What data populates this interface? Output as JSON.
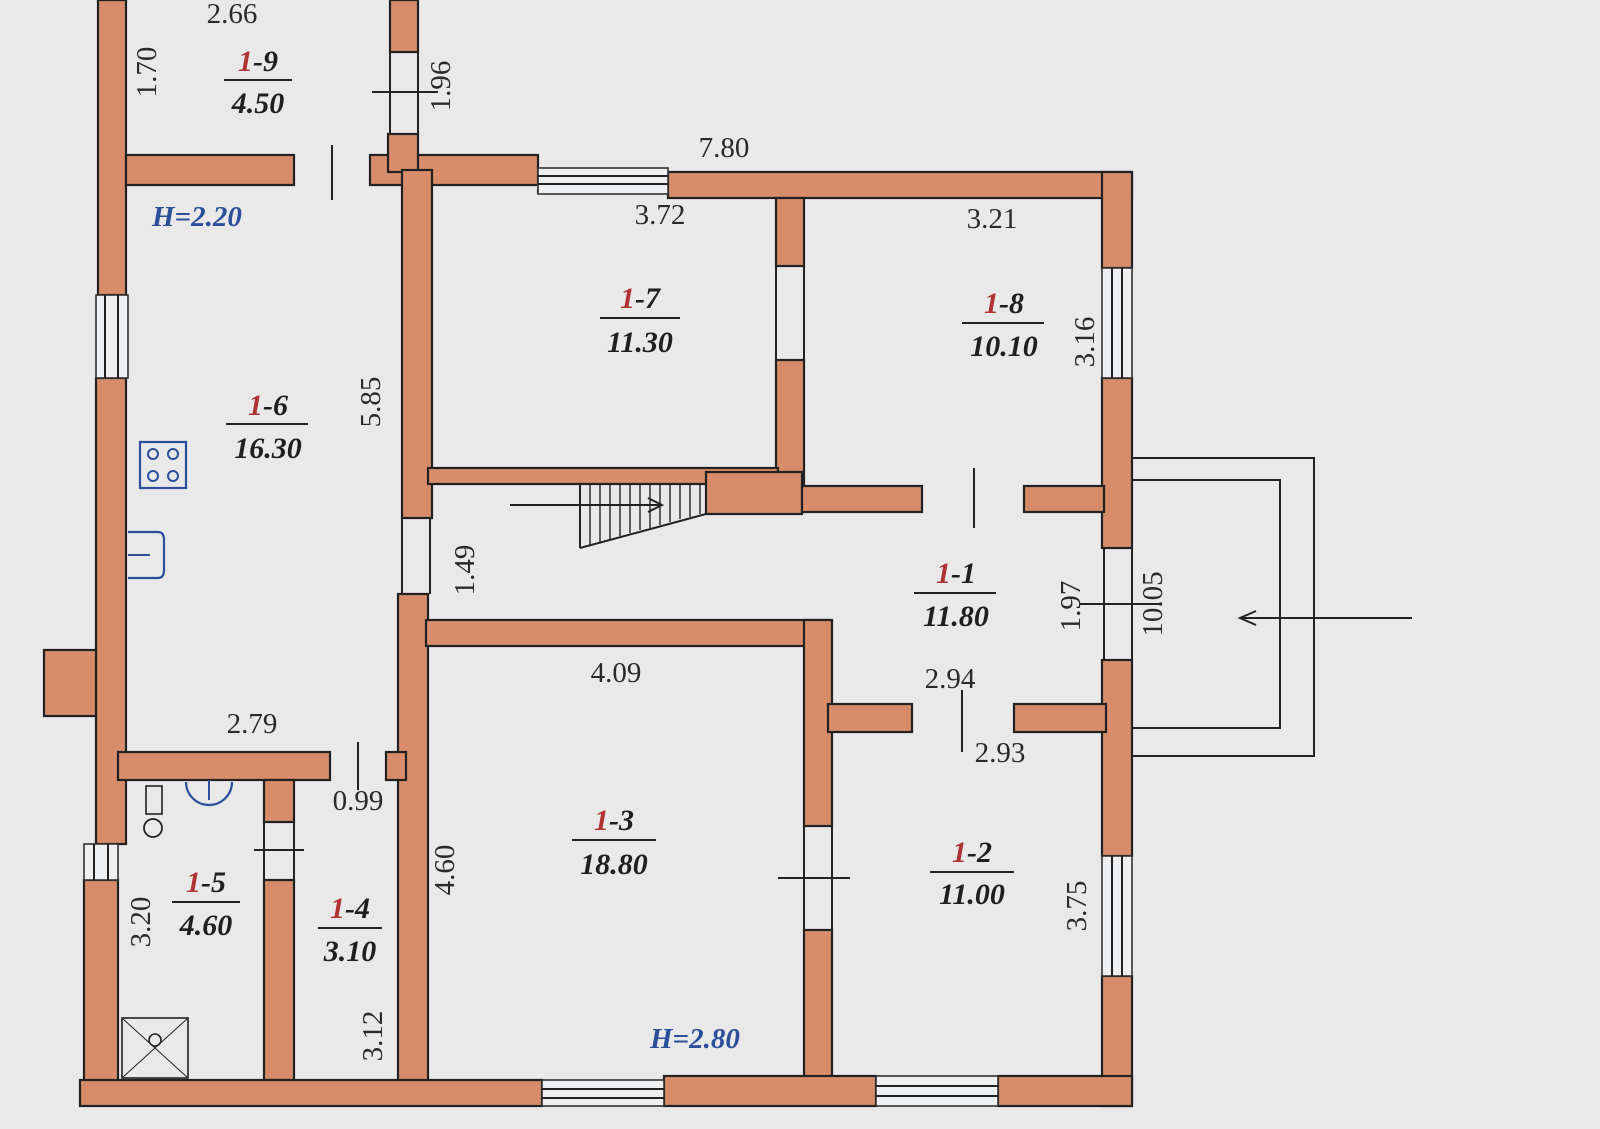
{
  "colors": {
    "background": "#e9e9ea",
    "wall": "#d98c6a",
    "room_number_prefix": "#b03333",
    "room_text": "#1f1f1f",
    "height_label": "#2b4f9a"
  },
  "rooms": [
    {
      "prefix": "1",
      "suffix": "-9",
      "area": "4.50"
    },
    {
      "prefix": "1",
      "suffix": "-6",
      "area": "16.30"
    },
    {
      "prefix": "1",
      "suffix": "-7",
      "area": "11.30"
    },
    {
      "prefix": "1",
      "suffix": "-8",
      "area": "10.10"
    },
    {
      "prefix": "1",
      "suffix": "-1",
      "area": "11.80"
    },
    {
      "prefix": "1",
      "suffix": "-3",
      "area": "18.80"
    },
    {
      "prefix": "1",
      "suffix": "-2",
      "area": "11.00"
    },
    {
      "prefix": "1",
      "suffix": "-5",
      "area": "4.60"
    },
    {
      "prefix": "1",
      "suffix": "-4",
      "area": "3.10"
    }
  ],
  "heights": [
    "H=2.20",
    "H=2.80"
  ],
  "dimensions": {
    "d266": "2.66",
    "d170": "1.70",
    "d196": "1.96",
    "d780": "7.80",
    "d372": "3.72",
    "d321": "3.21",
    "d316": "3.16",
    "d585": "5.85",
    "d149": "1.49",
    "d197": "1.97",
    "d1005": "10.05",
    "d409": "4.09",
    "d294": "2.94",
    "d293": "2.93",
    "d279": "2.79",
    "d099": "0.99",
    "d460": "4.60",
    "d375": "3.75",
    "d320": "3.20",
    "d312": "3.12"
  }
}
